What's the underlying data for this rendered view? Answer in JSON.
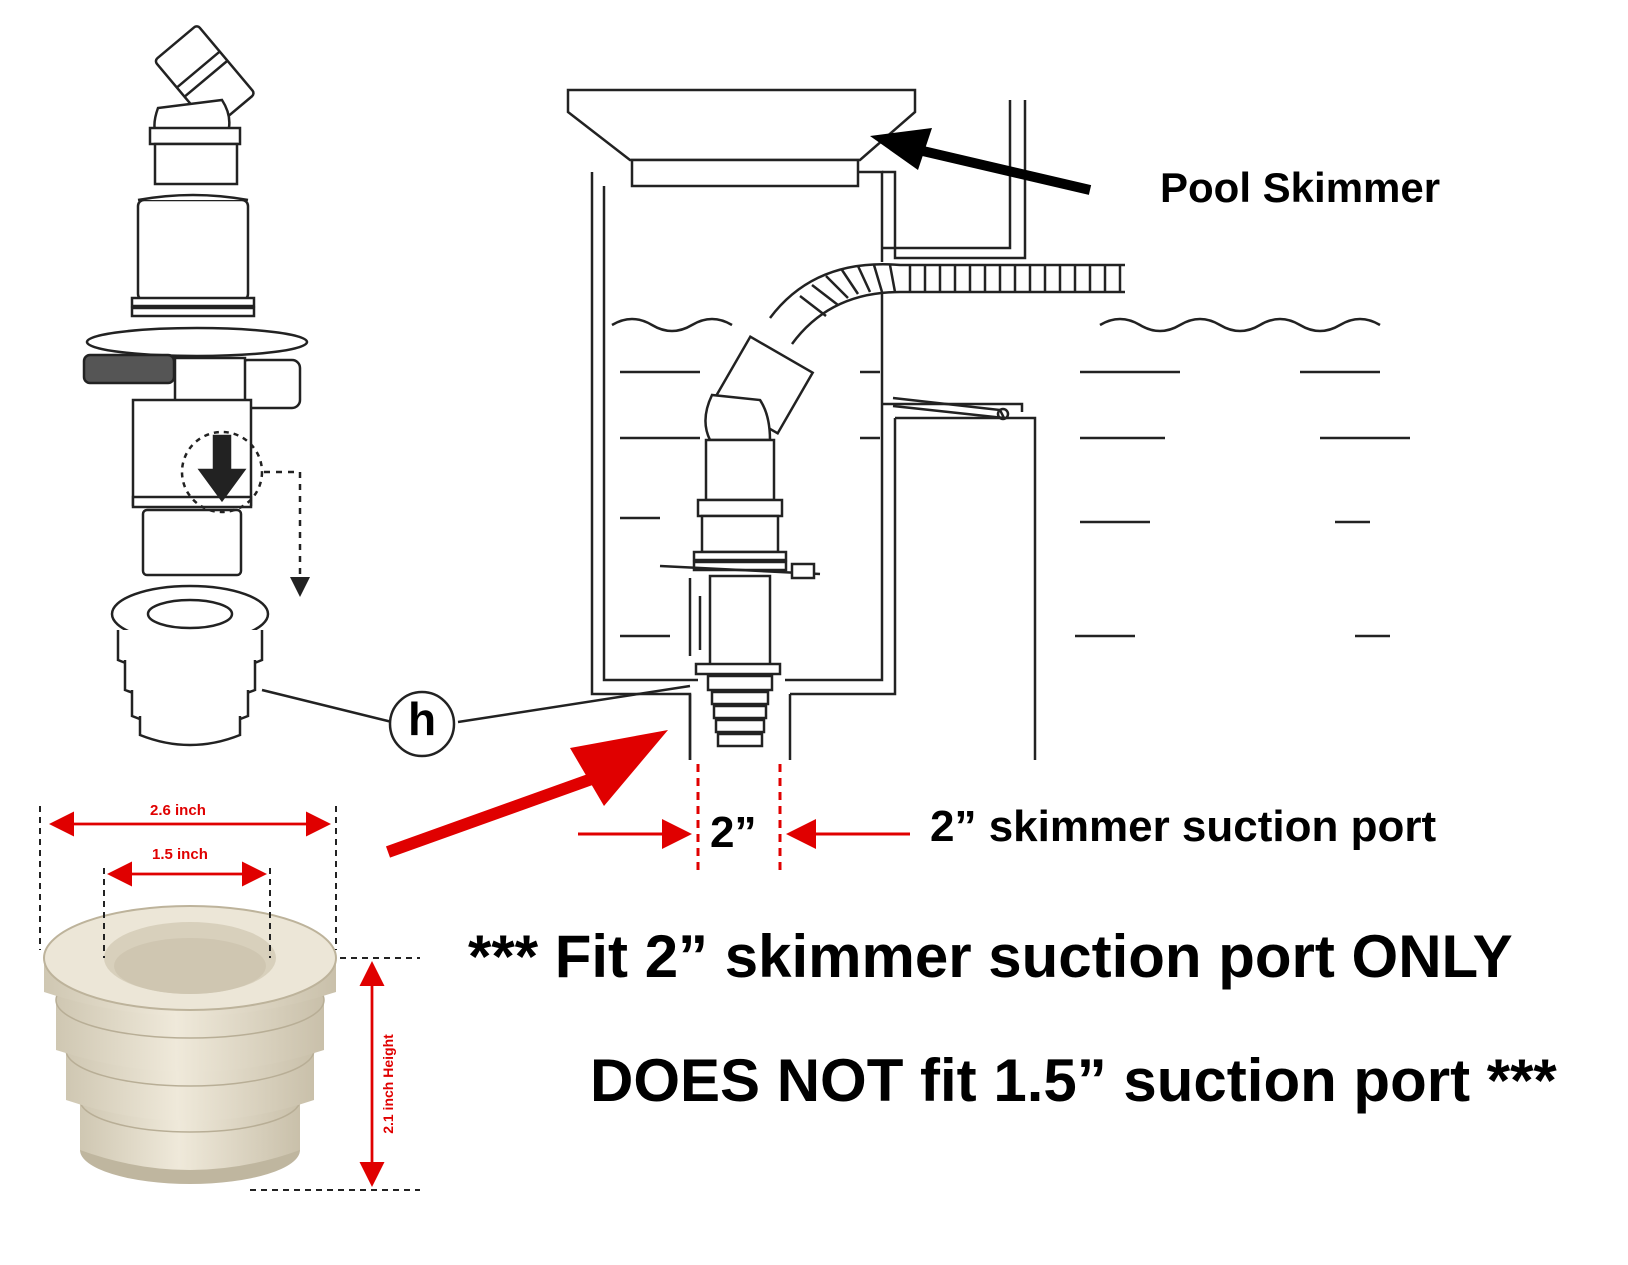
{
  "labels": {
    "pool_skimmer": "Pool Skimmer",
    "part_marker": "h",
    "port_size": "2”",
    "port_caption": "2” skimmer suction port",
    "fit_notice": "*** Fit 2” skimmer suction port ONLY",
    "not_fit_notice": "DOES NOT fit 1.5” suction port  ***"
  },
  "dimensions": {
    "outer_width": "2.6 inch",
    "inner_width": "1.5 inch",
    "height": "2.1 inch Height"
  },
  "colors": {
    "dimension_red": "#e00000",
    "adapter_beige": "#e9e3d3",
    "line_art": "#222222"
  }
}
